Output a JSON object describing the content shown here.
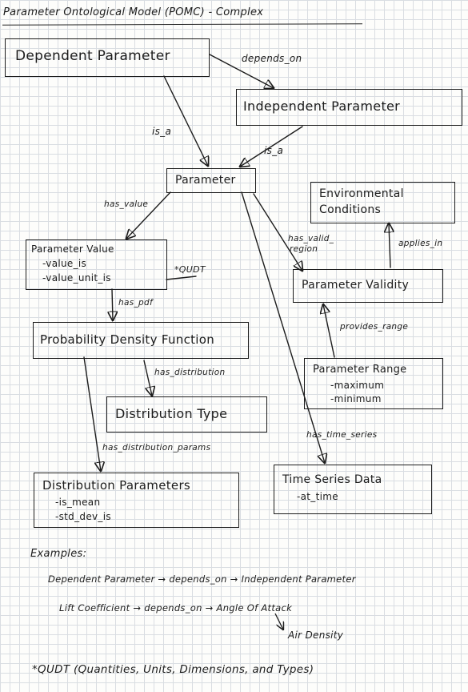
{
  "title": "Parameter Ontological Model (POMC) - Complex",
  "nodes": {
    "dependent_parameter": {
      "label": "Dependent Parameter"
    },
    "independent_parameter": {
      "label": "Independent Parameter"
    },
    "parameter": {
      "label": "Parameter"
    },
    "environmental_conditions": {
      "label_line1": "Environmental",
      "label_line2": "Conditions"
    },
    "parameter_value": {
      "label": "Parameter Value",
      "attributes": [
        "-value_is",
        "-value_unit_is"
      ]
    },
    "parameter_validity": {
      "label": "Parameter Validity"
    },
    "probability_density_function": {
      "label": "Probability Density Function"
    },
    "parameter_range": {
      "label": "Parameter Range",
      "attributes": [
        "-maximum",
        "-minimum"
      ]
    },
    "distribution_type": {
      "label": "Distribution Type"
    },
    "distribution_parameters": {
      "label": "Distribution Parameters",
      "attributes": [
        "-is_mean",
        "-std_dev_is"
      ]
    },
    "time_series_data": {
      "label": "Time Series Data",
      "attributes": [
        "-at_time"
      ]
    }
  },
  "edges": {
    "depends_on": "depends_on",
    "is_a_1": "is_a",
    "is_a_2": "is_a",
    "has_value": "has_value",
    "has_valid_region_1": "has_valid_",
    "has_valid_region_2": "region",
    "applies_in": "applies_in",
    "qudt": "*QUDT",
    "has_pdf": "has_pdf",
    "provides_range": "provides_range",
    "has_distribution": "has_distribution",
    "has_distribution_params": "has_distribution_params",
    "has_time_series": "has_time_series"
  },
  "examples": {
    "heading": "Examples:",
    "line1": "Dependent Parameter → depends_on → Independent Parameter",
    "line2": "Lift Coefficient → depends_on → Angle Of Attack",
    "line3": "Air Density"
  },
  "footnote": "*QUDT (Quantities, Units, Dimensions, and Types)"
}
